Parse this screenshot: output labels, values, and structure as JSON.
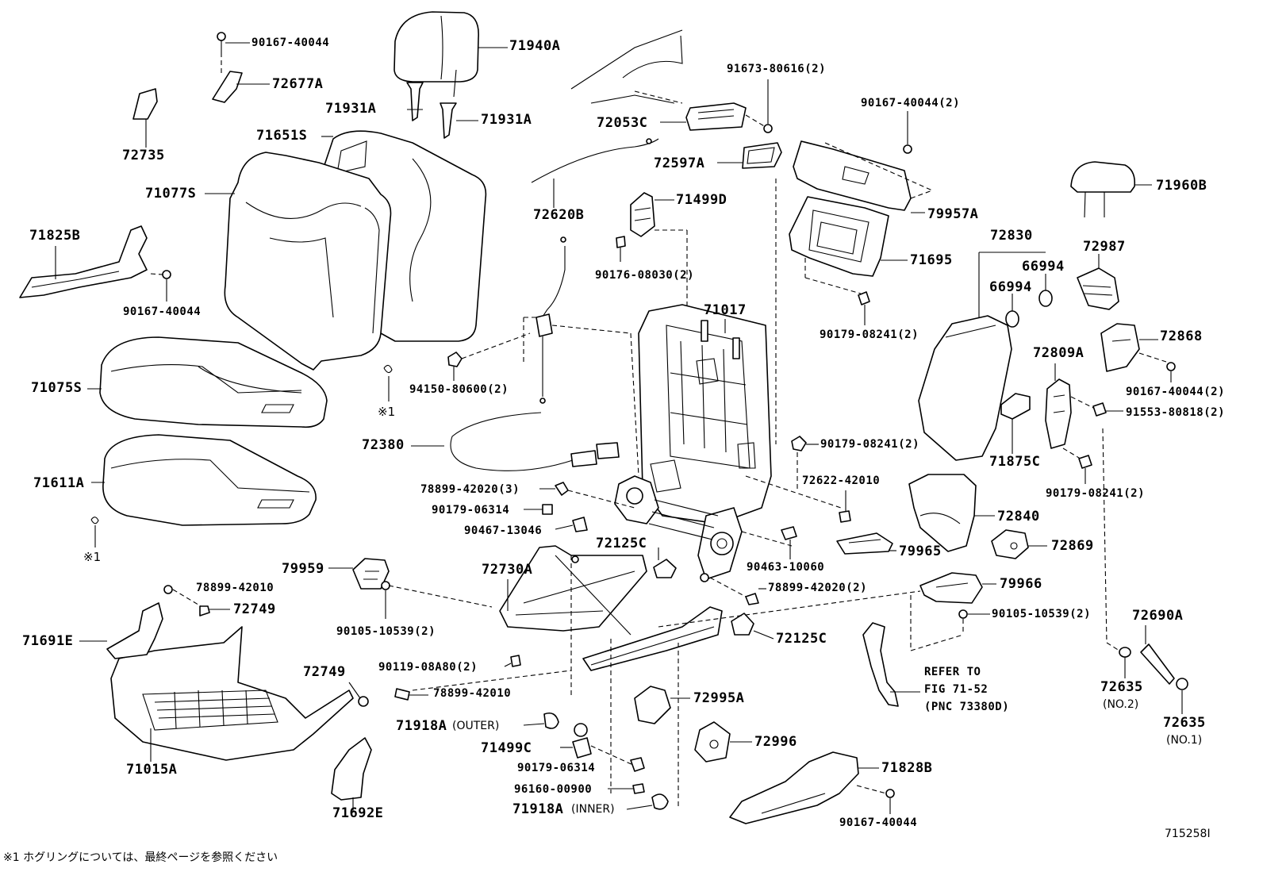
{
  "labels": {
    "p_71940A": "71940A",
    "p_90167_40044_a": "90167-40044",
    "p_72677A": "72677A",
    "p_71931A_l": "71931A",
    "p_71931A_r": "71931A",
    "p_72735": "72735",
    "p_71651S": "71651S",
    "p_71077S": "71077S",
    "p_71825B": "71825B",
    "p_90167_40044_b": "90167-40044",
    "p_71075S": "71075S",
    "p_71611A": "71611A",
    "p_91673_80616": "91673-80616(2)",
    "p_72053C": "72053C",
    "p_72597A": "72597A",
    "p_72620B": "72620B",
    "p_71499D": "71499D",
    "p_90176_08030": "90176-08030(2)",
    "p_90167_40044_c": "90167-40044(2)",
    "p_79957A": "79957A",
    "p_71695": "71695",
    "p_90179_08241_a": "90179-08241(2)",
    "p_71017": "71017",
    "p_94150_80600": "94150-80600(2)",
    "p_72380": "72380",
    "p_90179_08241_b": "90179-08241(2)",
    "p_72622_42010": "72622-42010",
    "p_78899_42020_a": "78899-42020(3)",
    "p_90179_06314_a": "90179-06314",
    "p_90467_13046": "90467-13046",
    "p_72125C_a": "72125C",
    "p_72730A": "72730A",
    "p_79959": "79959",
    "p_78899_42010_a": "78899-42010",
    "p_72749_a": "72749",
    "p_90105_10539_a": "90105-10539(2)",
    "p_71691E": "71691E",
    "p_90463_10060": "90463-10060",
    "p_78899_42020_b": "78899-42020(2)",
    "p_79965": "79965",
    "p_72125C_b": "72125C",
    "p_90119_08A80": "90119-08A80(2)",
    "p_72749_b": "72749",
    "p_78899_42010_b": "78899-42010",
    "p_71918A_outer": "71918A",
    "p_outer": "(OUTER)",
    "p_71499C": "71499C",
    "p_72995A": "72995A",
    "p_72996": "72996",
    "p_90179_06314_b": "90179-06314",
    "p_96160_00900": "96160-00900",
    "p_71918A_inner": "71918A",
    "p_inner": "(INNER)",
    "p_71015A": "71015A",
    "p_71692E": "71692E",
    "p_71828B": "71828B",
    "p_90167_40044_d": "90167-40044",
    "p_72830": "72830",
    "p_66994_a": "66994",
    "p_66994_b": "66994",
    "p_71960B": "71960B",
    "p_72987": "72987",
    "p_72868": "72868",
    "p_72809A": "72809A",
    "p_90167_40044_e": "90167-40044(2)",
    "p_91553_80818": "91553-80818(2)",
    "p_71875C": "71875C",
    "p_90179_08241_c": "90179-08241(2)",
    "p_72840": "72840",
    "p_72869": "72869",
    "p_79966": "79966",
    "p_90105_10539_b": "90105-10539(2)",
    "p_72690A": "72690A",
    "p_72635_a": "72635",
    "p_no2": "(NO.2)",
    "p_72635_b": "72635",
    "p_no1": "(NO.1)",
    "ref_line1": "REFER TO",
    "ref_line2": "FIG 71-52",
    "ref_line3": "(PNC 73380D)",
    "note_mark_a": "※1",
    "note_mark_b": "※1",
    "footnote": "※1 ホグリングについては、最終ページを参照ください",
    "diagram_id": "715258I"
  }
}
